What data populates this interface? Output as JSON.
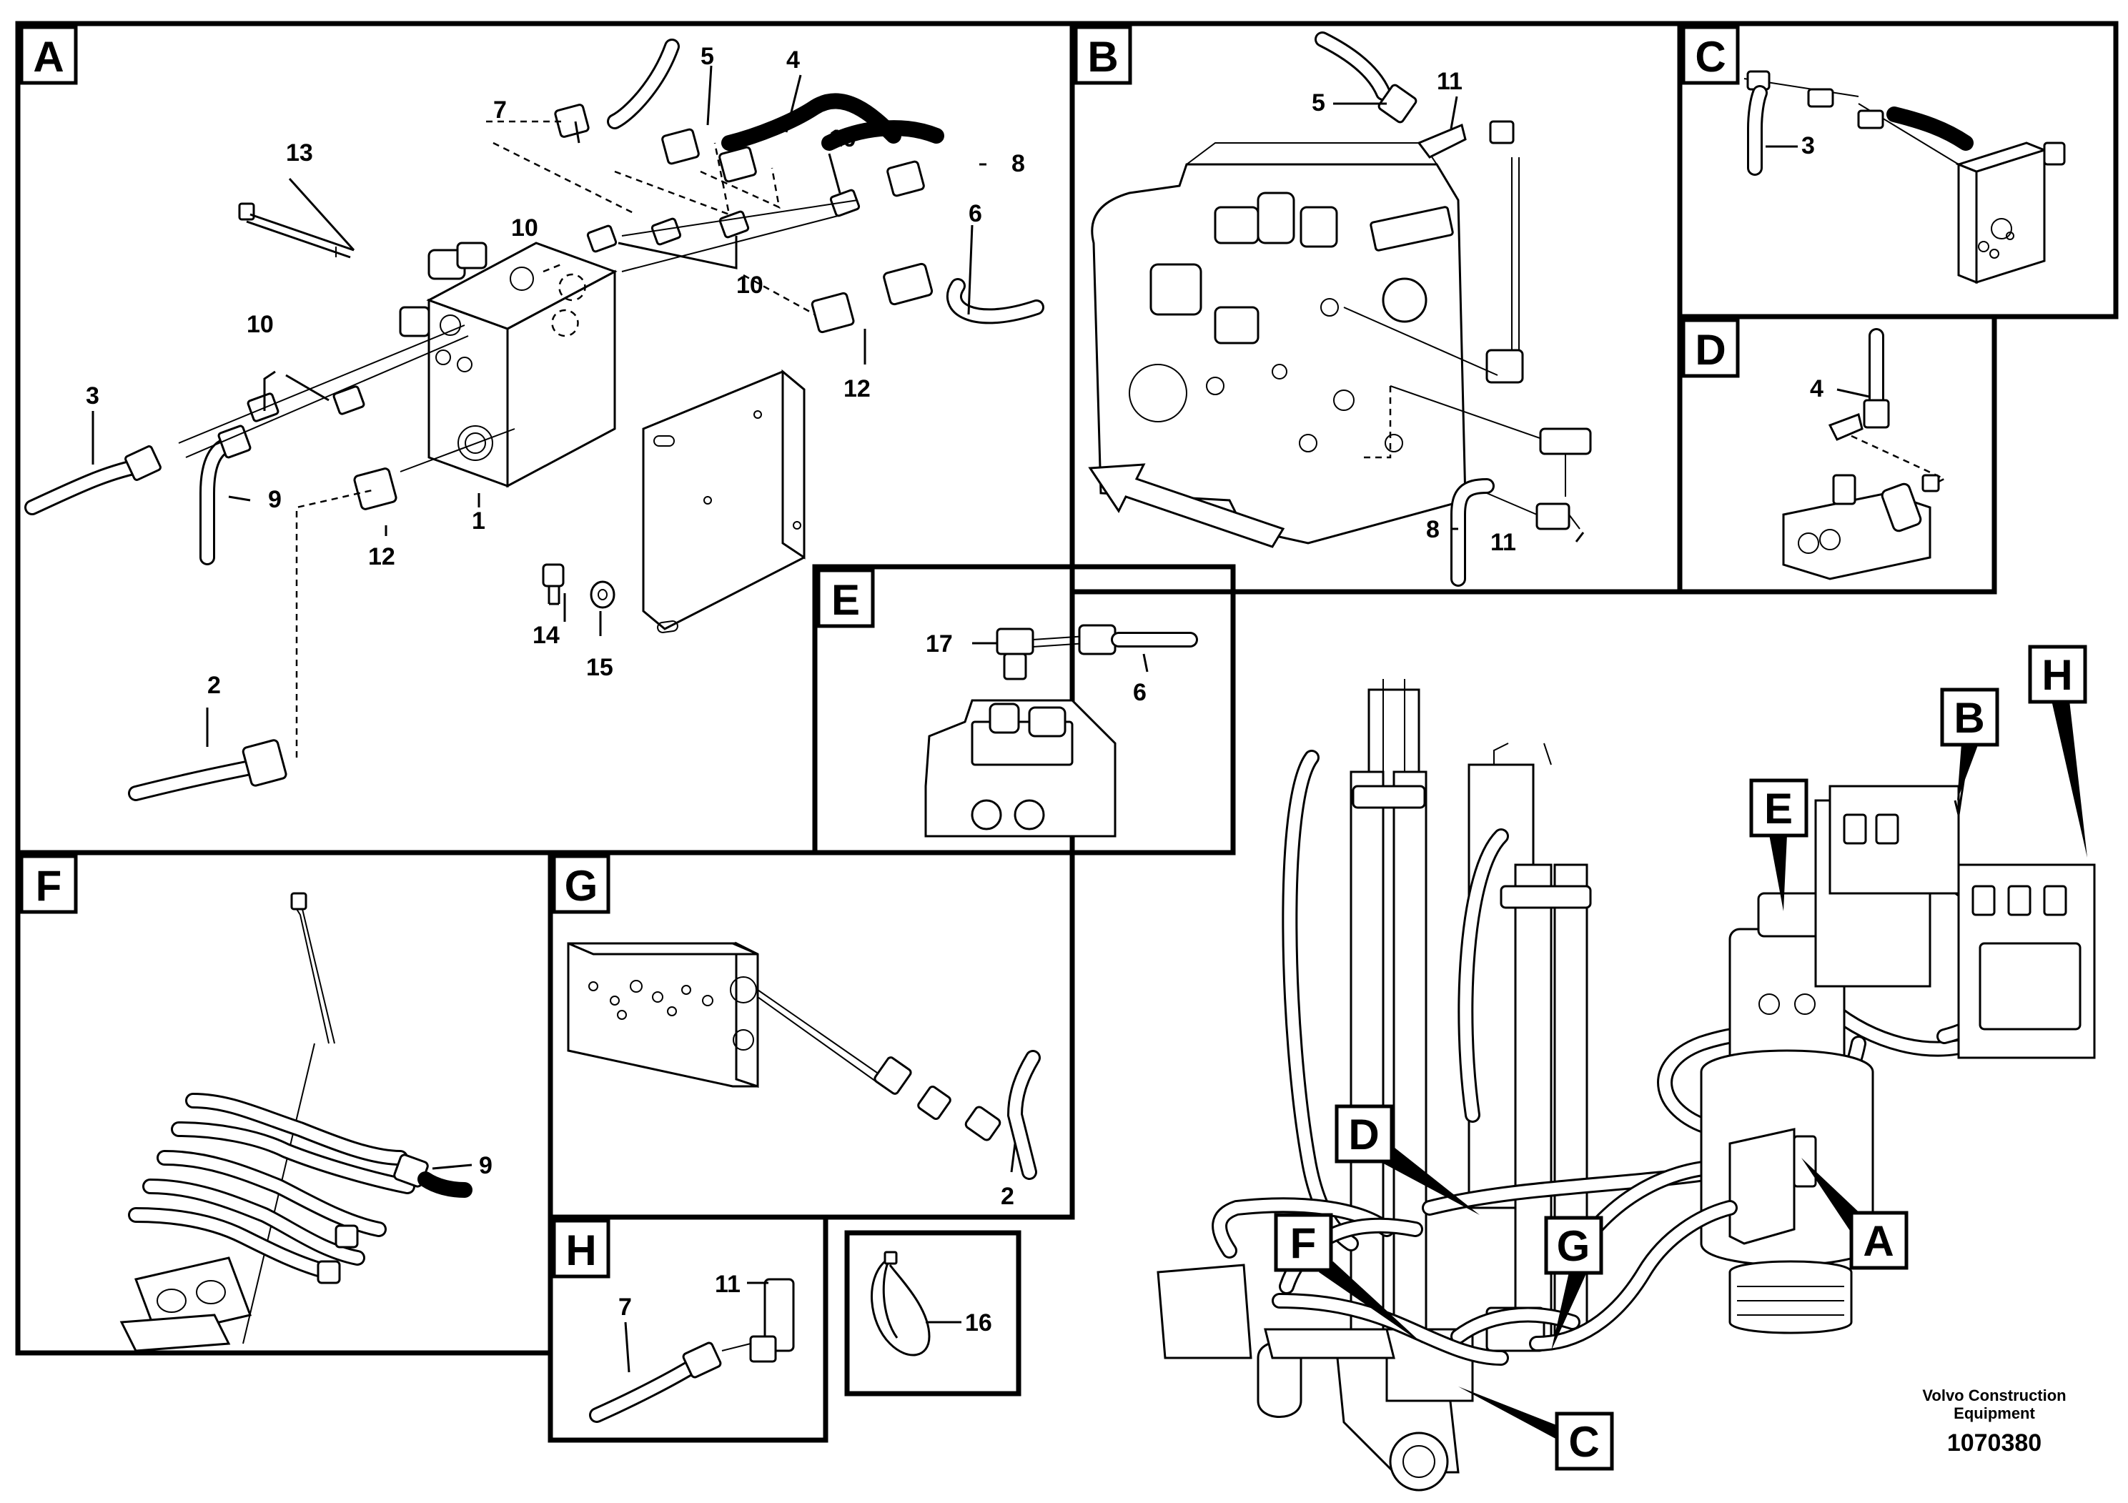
{
  "panels": {
    "A": {
      "label": "A"
    },
    "B": {
      "label": "B"
    },
    "C": {
      "label": "C"
    },
    "D": {
      "label": "D"
    },
    "E": {
      "label": "E"
    },
    "F": {
      "label": "F"
    },
    "G": {
      "label": "G"
    },
    "H": {
      "label": "H"
    }
  },
  "callouts": {
    "A": [
      "7",
      "5",
      "4",
      "13",
      "10",
      "8",
      "10",
      "6",
      "10",
      "10",
      "12",
      "3",
      "9",
      "1",
      "12",
      "14",
      "15",
      "2"
    ],
    "B": [
      "5",
      "11",
      "8",
      "11"
    ],
    "C": [
      "3"
    ],
    "D": [
      "4"
    ],
    "E": [
      "17",
      "6"
    ],
    "F": [
      "9"
    ],
    "G": [
      "2"
    ],
    "H": [
      "11",
      "7",
      "16"
    ]
  },
  "overview_tags": [
    "B",
    "H",
    "E",
    "D",
    "F",
    "G",
    "A",
    "C"
  ],
  "caption": {
    "company": "Volvo Construction",
    "company_line2": "Equipment",
    "number": "1070380"
  }
}
